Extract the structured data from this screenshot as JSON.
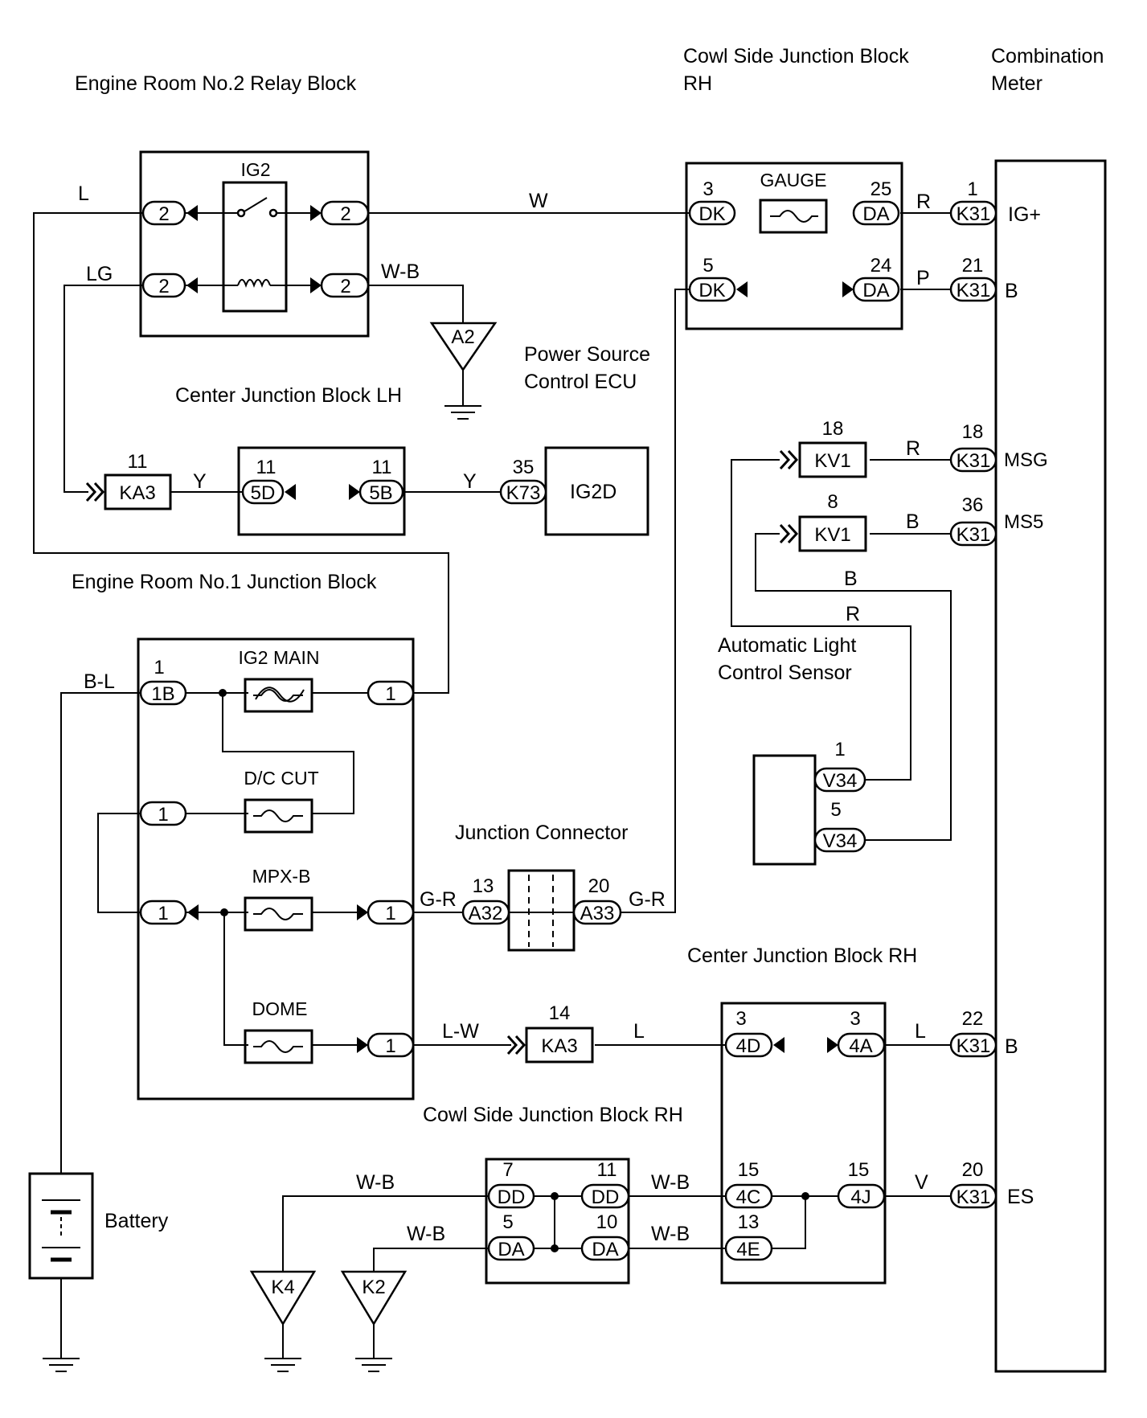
{
  "labels": {
    "relay_block": "Engine Room No.2 Relay Block",
    "cowl_top_1": "Cowl Side Junction Block",
    "cowl_top_2": "RH",
    "meter_1": "Combination",
    "meter_2": "Meter",
    "center_lh": "Center Junction Block LH",
    "ecu_1": "Power Source",
    "ecu_2": "Control ECU",
    "er1_block": "Engine Room No.1 Junction Block",
    "auto_light_1": "Automatic Light",
    "auto_light_2": "Control Sensor",
    "junction_connector": "Junction Connector",
    "center_rh": "Center Junction Block RH",
    "cowl_bottom": "Cowl Side Junction Block RH",
    "battery": "Battery"
  },
  "components": {
    "ig2": "IG2",
    "gauge": "GAUGE",
    "ig2_main": "IG2 MAIN",
    "dc_cut": "D/C CUT",
    "mpxb": "MPX-B",
    "dome": "DOME",
    "ig2d": "IG2D"
  },
  "wires": {
    "l": "L",
    "lg": "LG",
    "w": "W",
    "wb": "W-B",
    "r": "R",
    "p": "P",
    "y": "Y",
    "b": "B",
    "bl": "B-L",
    "gr": "G-R",
    "lw": "L-W",
    "v": "V"
  },
  "meter_terms": {
    "igp": "IG+",
    "b1": "B",
    "msg": "MSG",
    "ms5": "MS5",
    "b2": "B",
    "es": "ES"
  },
  "connectors": {
    "c2": "2",
    "dk": "DK",
    "da": "DA",
    "k31": "K31",
    "a2": "A2",
    "ka3": "KA3",
    "d5": "5D",
    "b5": "5B",
    "k73": "K73",
    "kv1": "KV1",
    "b1": "1B",
    "one": "1",
    "v34": "V34",
    "a32": "A32",
    "a33": "A33",
    "d4": "4D",
    "a4": "4A",
    "c4": "4C",
    "j4": "4J",
    "e4": "4E",
    "dd": "DD",
    "k4": "K4",
    "k2": "K2"
  },
  "pins": {
    "n1": "1",
    "n3": "3",
    "n5": "5",
    "n7": "7",
    "n8": "8",
    "n10": "10",
    "n11": "11",
    "n13": "13",
    "n14": "14",
    "n15": "15",
    "n18": "18",
    "n20": "20",
    "n21": "21",
    "n22": "22",
    "n24": "24",
    "n25": "25",
    "n35": "35",
    "n36": "36"
  }
}
